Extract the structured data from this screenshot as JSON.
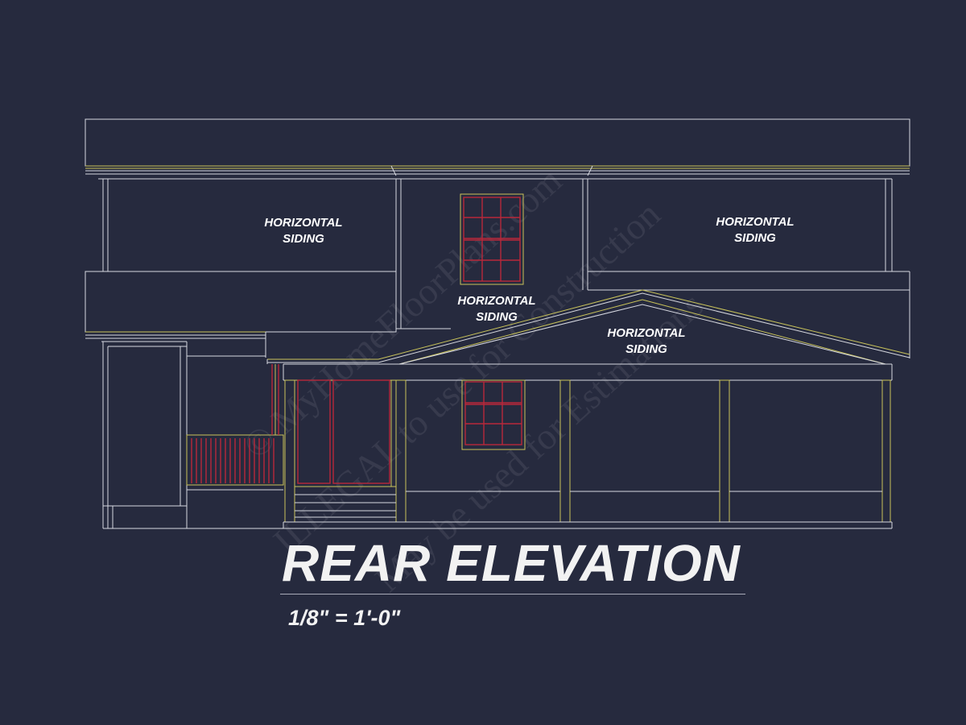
{
  "drawing": {
    "title": "REAR ELEVATION",
    "scale": "1/8\" = 1'-0\""
  },
  "labels": {
    "upper_left": [
      "HORIZONTAL",
      "SIDING"
    ],
    "upper_right": [
      "HORIZONTAL",
      "SIDING"
    ],
    "center": [
      "HORIZONTAL",
      "SIDING"
    ],
    "gable": [
      "HORIZONTAL",
      "SIDING"
    ]
  },
  "watermark": {
    "line1": "© MyHomeFloorPlans.com",
    "line2": "ILLEGAL to use for Construction",
    "line3": "May be used for Estimations"
  },
  "colors": {
    "background": "#262a3e",
    "linework": "#d6d8e0",
    "trim_lines": "#c9c35a",
    "window_frames": "#b8283a"
  }
}
